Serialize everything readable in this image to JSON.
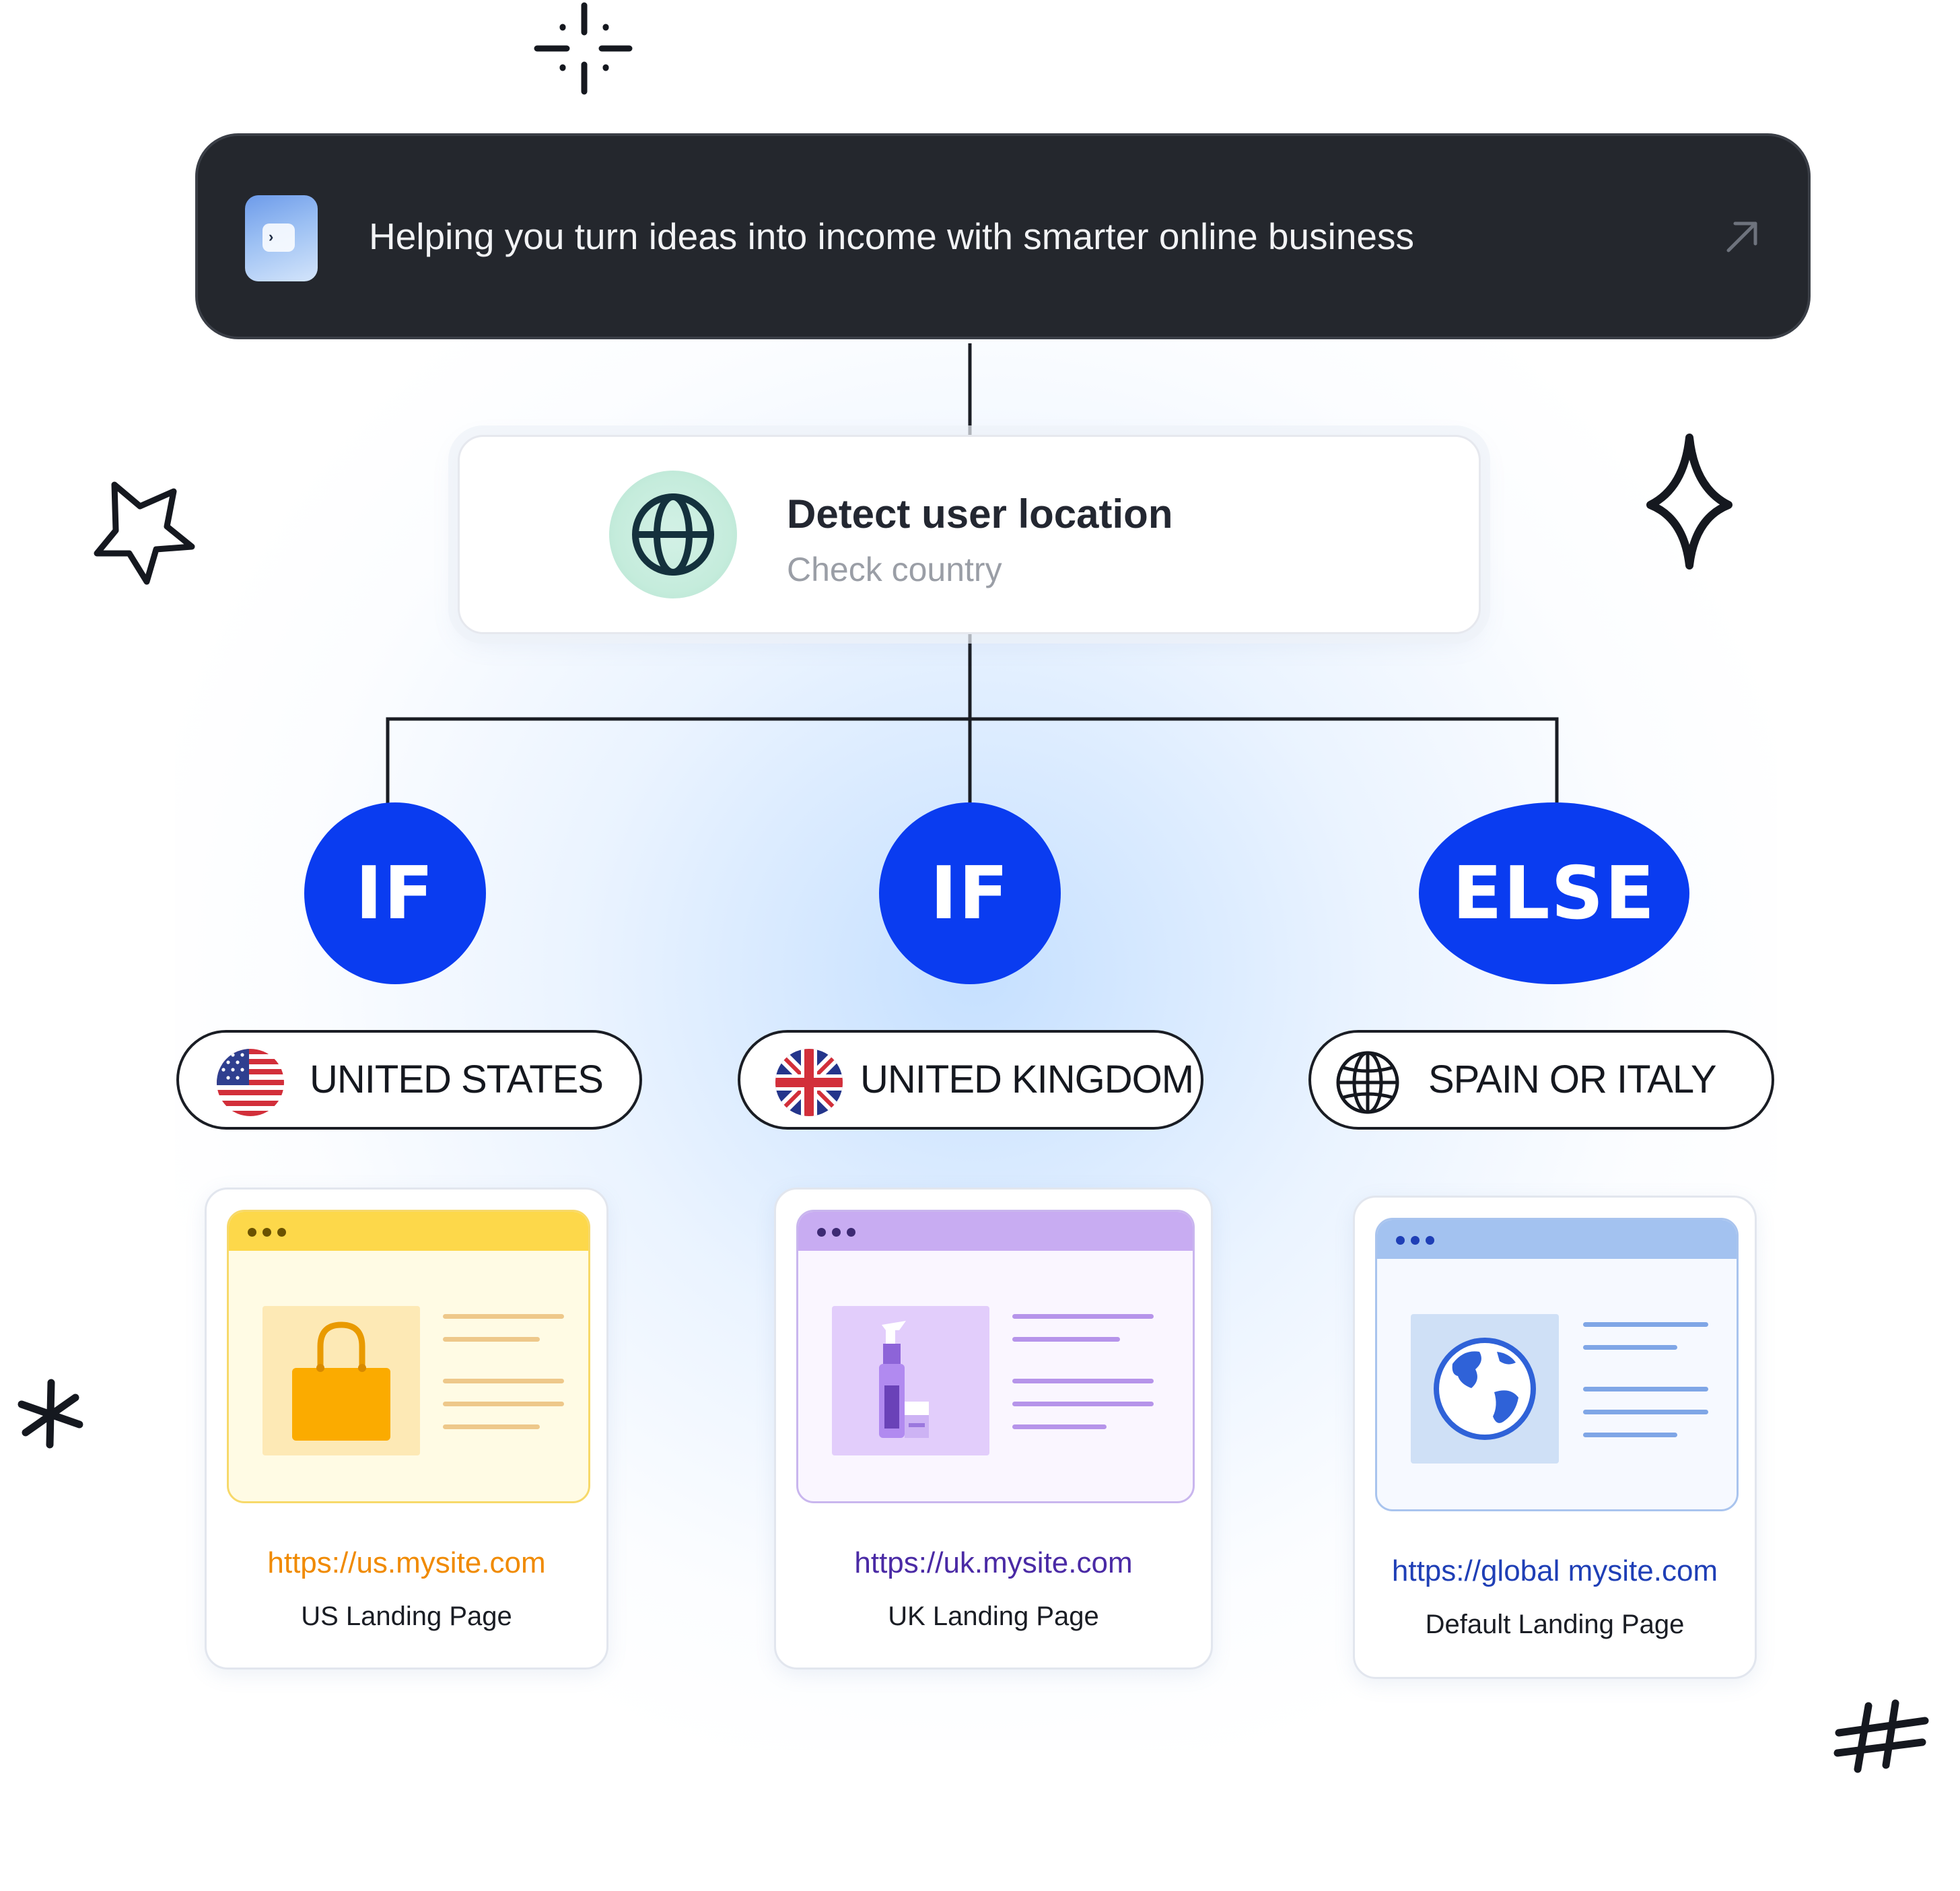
{
  "prompt": {
    "text": "Helping you turn ideas into income with smarter online business",
    "app_icon": "app-logo-icon",
    "action_icon": "arrow-up-right-icon"
  },
  "detect": {
    "title": "Detect user location",
    "subtitle": "Check country",
    "icon": "globe-icon"
  },
  "branches": [
    {
      "condition": "IF",
      "country": "UNITED STATES",
      "flag_icon": "us-flag-icon",
      "url": "https://us.mysite.com",
      "url_color": "#f08a00",
      "caption": "US Landing Page",
      "theme": "yellow",
      "hero_icon": "shopping-bag-icon"
    },
    {
      "condition": "IF",
      "country": "UNITED KINGDOM",
      "flag_icon": "uk-flag-icon",
      "url": "https://uk.mysite.com",
      "url_color": "#4a2aa5",
      "caption": "UK Landing Page",
      "theme": "purple",
      "hero_icon": "cosmetics-bottle-icon"
    },
    {
      "condition": "ELSE",
      "country": "SPAIN OR ITALY",
      "flag_icon": "globe-outline-icon",
      "url": "https://global mysite.com",
      "url_color": "#1f3fb6",
      "caption": "Default Landing Page",
      "theme": "blue",
      "hero_icon": "earth-icon"
    }
  ],
  "colors": {
    "badge": "#0a3cf0",
    "prompt_bg": "#24272d",
    "connector": "#1a1d24"
  }
}
